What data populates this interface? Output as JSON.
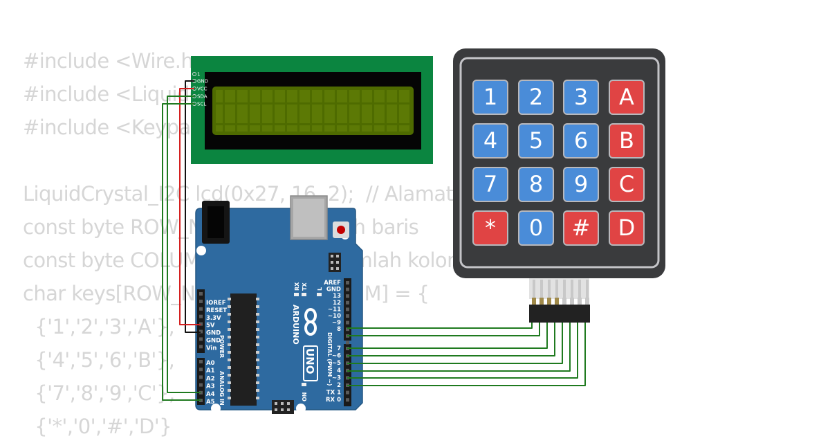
{
  "code_lines": [
    "#include <Wire.h>",
    "#include <LiquidCrystal_I2C.h>",
    "#include <Keypad.h>",
    "",
    "LiquidCrystal_I2C lcd(0x27, 16, 2);  // Alamat I2C LCD 16x2",
    "const byte ROW_NUM = 4; //jumlah baris",
    "const byte COLUMN_NUM = 4; //jumlah kolom",
    "char keys[ROW_NUM][COLUMN_NUM] = {",
    "  {'1','2','3','A'},",
    "  {'4','5','6','B'},",
    "  {'7','8','9','C'},",
    "  {'*','0','#','D'}"
  ],
  "lcd": {
    "pins": [
      "1",
      "GND",
      "VCC",
      "SDA",
      "SCL"
    ]
  },
  "keypad": {
    "keys": [
      [
        "1",
        "2",
        "3",
        "A"
      ],
      [
        "4",
        "5",
        "6",
        "B"
      ],
      [
        "7",
        "8",
        "9",
        "C"
      ],
      [
        "*",
        "0",
        "#",
        "D"
      ]
    ],
    "colors": {
      "digit": "#4a8cd8",
      "letter": "#e04444",
      "body": "#3a3b3d",
      "frame": "#c4c4c8"
    }
  },
  "arduino": {
    "logo": "ARDUINO",
    "model": "UNO",
    "power_pins": [
      "IOREF",
      "RESET",
      "3.3V",
      "5V",
      "GND",
      "GND",
      "Vin"
    ],
    "power_label": "POWER",
    "analog_pins": [
      "A0",
      "A1",
      "A2",
      "A3",
      "A4",
      "A5"
    ],
    "analog_label": "ANALOG IN",
    "digital_top_pins": [
      "AREF",
      "GND",
      "13",
      "12",
      "~11",
      "~10",
      "~9",
      "8"
    ],
    "digital_bottom_pins": [
      "7",
      "~6",
      "~5",
      "4",
      "~3",
      "2",
      "TX 1",
      "RX 0"
    ],
    "digital_label": "DIGITAL (PWM ~)",
    "rx_label": "RX",
    "tx_label": "TX",
    "l_label": "L",
    "on_label": "ON",
    "board_color": "#2e6aa0"
  },
  "wire_colors": {
    "signal": "#1f7a1f",
    "power": "#d42020",
    "ground": "#111111"
  }
}
